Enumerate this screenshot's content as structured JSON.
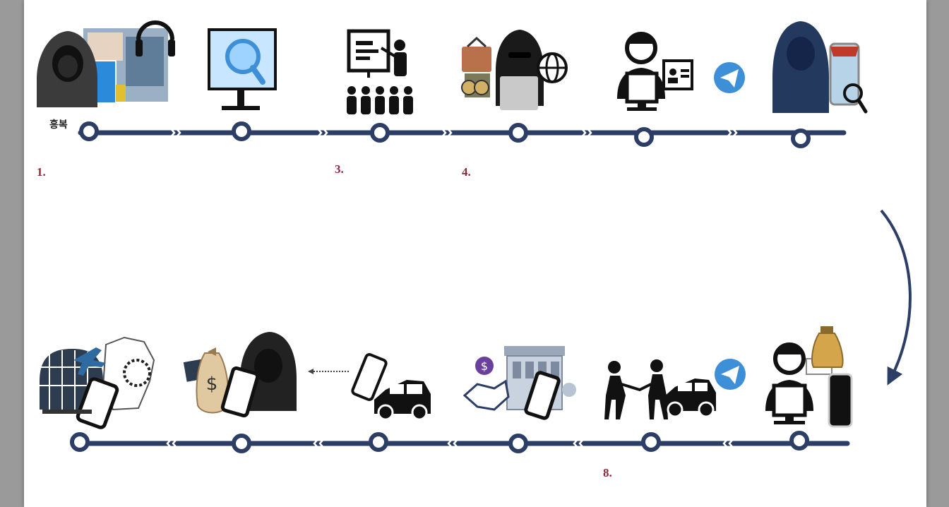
{
  "diagram": {
    "corner_text": "흥복",
    "line_color": "#2c3e66",
    "accent_blue": "#3d8fd8",
    "label_color": "#8a2b3a",
    "top_row": {
      "labels": [
        {
          "text": "1."
        },
        {
          "text": ""
        },
        {
          "text": "3."
        },
        {
          "text": "4."
        },
        {
          "text": ""
        },
        {
          "text": ""
        }
      ],
      "icons": [
        "hacker-call-center-icon",
        "monitor-search-icon",
        "presentation-audience-icon",
        "hacker-laptop-globe-icon",
        "operator-id-card-icon",
        "hooded-figure-phone-search-icon"
      ]
    },
    "bottom_row": {
      "labels": [
        {
          "text": ""
        },
        {
          "text": ""
        },
        {
          "text": ""
        },
        {
          "text": ""
        },
        {
          "text": "8."
        },
        {
          "text": ""
        }
      ],
      "icons": [
        "cargo-plane-map-icon",
        "money-bag-hacker-icon",
        "phone-car-icon",
        "bank-handshake-icon",
        "handover-car-icon",
        "operator-money-phone-icon"
      ]
    }
  }
}
